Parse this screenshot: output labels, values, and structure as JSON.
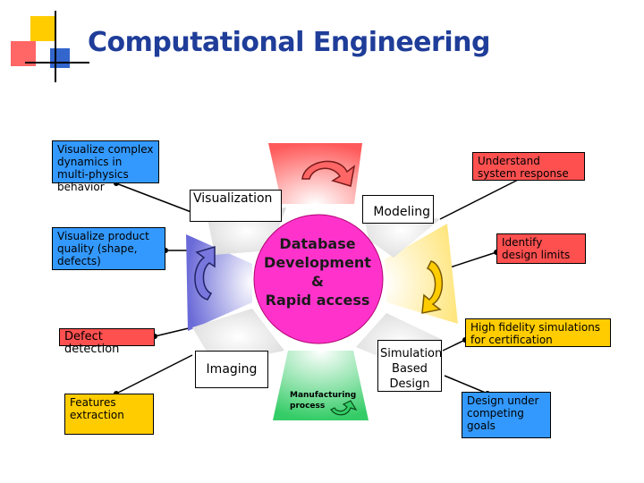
{
  "title": "Computational Engineering",
  "center": {
    "line1": "Database",
    "line2": "Development",
    "line3": "&",
    "line4": "Rapid access"
  },
  "segments": {
    "visualization": "Visualization",
    "modeling": "Modeling",
    "simulation": "Simulation Based Design",
    "manufacturing": "Manufacturing process",
    "imaging": "Imaging"
  },
  "boxes": {
    "visualize_complex": "Visualize complex dynamics in multi-physics behavior",
    "understand": "Understand system response",
    "visualize_product": "Visualize product quality (shape, defects)",
    "identify": "Identify design limits",
    "defect": "Defect detection",
    "high_fidelity": "High fidelity simulations for certification",
    "features": "Features extraction",
    "design_under": "Design under competing goals"
  },
  "colors": {
    "title": "#1f3d99",
    "blue": "#3399ff",
    "red": "#ff5050",
    "yellow": "#ffcc00",
    "hub": "#ff33cc"
  }
}
